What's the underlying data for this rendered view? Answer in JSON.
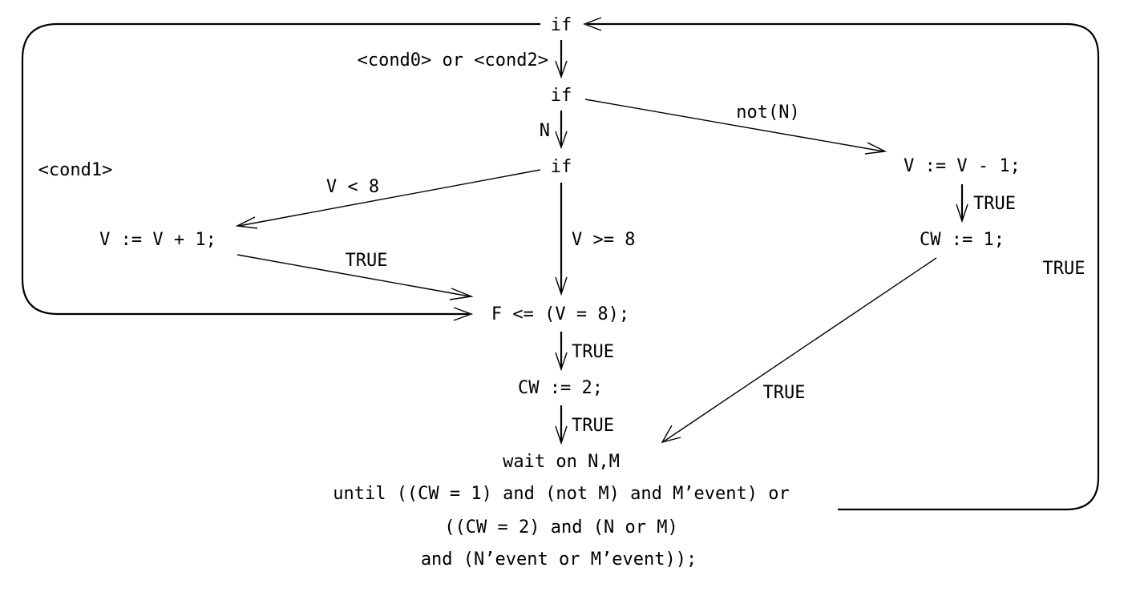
{
  "nodes": {
    "if_top": "if",
    "if_n": "if",
    "if_v": "if",
    "v_minus": "V := V - 1;",
    "cw1": "CW := 1;",
    "v_plus": "V := V + 1;",
    "f_assign": "F <= (V = 8);",
    "cw2": "CW := 2;",
    "wait_line1": "wait on N,M",
    "wait_line2": "until ((CW = 1) and (not M) and M’event) or",
    "wait_line3": "((CW = 2) and (N or M)",
    "wait_line4": "and (N’event or M’event));"
  },
  "labels": {
    "cond0_or_cond2": "<cond0> or <cond2>",
    "n": "N",
    "not_n": "not(N)",
    "cond1": "<cond1>",
    "v_lt_8": "V < 8",
    "v_ge_8": "V >= 8",
    "true_vplus": "TRUE",
    "true_vminus": "TRUE",
    "true_right_loop": "TRUE",
    "true_f": "TRUE",
    "true_cw2": "TRUE",
    "true_cw1": "TRUE"
  }
}
